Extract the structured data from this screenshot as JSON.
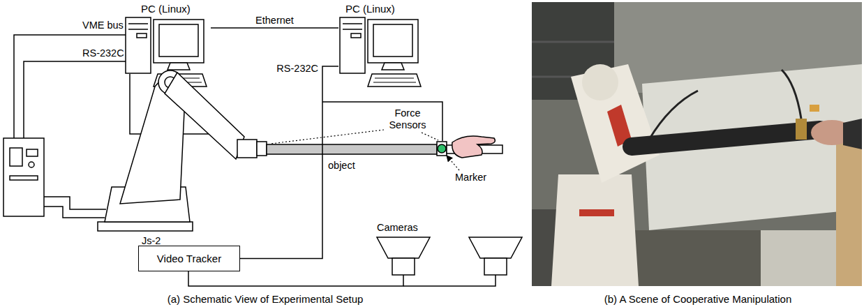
{
  "diagram": {
    "nodes": [
      {
        "text": [
          "PC (Linux)"
        ]
      },
      {
        "text": [
          "PC (Linux)"
        ]
      },
      {
        "text": [
          "Video Tracker"
        ]
      }
    ],
    "edges": [
      {
        "from": 0,
        "to": 1,
        "label": "Ethernet",
        "arrow": "none"
      },
      {
        "from": 2,
        "to": 1,
        "arrow": "none"
      }
    ],
    "labels": [
      "VME bus",
      "RS-232C",
      "RS-232C",
      "Force Sensors",
      "Js-2",
      "object",
      "Marker",
      "Cameras",
      "(a) Schematic View of Experimental Setup",
      "(b) A Scene of Cooperative Manipulation"
    ]
  }
}
